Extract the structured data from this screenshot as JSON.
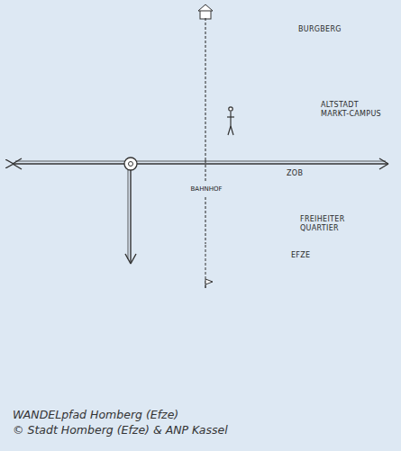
{
  "diagram": {
    "caption": "WANDELpfad Homberg (Efze)",
    "nodes": [
      {
        "text": [
          "BURGBERG"
        ]
      },
      {
        "text": [
          "ALTSTADT MARKT-CAMPUS"
        ]
      },
      {
        "text": [
          "ZOB"
        ]
      },
      {
        "text": [
          "BAHNHOF"
        ]
      },
      {
        "text": [
          "FREIHEITER QUARTIER"
        ]
      },
      {
        "text": [
          "EFZE"
        ]
      }
    ],
    "edges": [
      {
        "from": 0,
        "to": 1,
        "arrow": "none"
      },
      {
        "from": 1,
        "to": 3,
        "arrow": "none"
      },
      {
        "from": 3,
        "to": 4,
        "arrow": "none"
      }
    ],
    "labels": [
      "© Stadt Homberg (Efze) & ANP Kassel"
    ]
  }
}
